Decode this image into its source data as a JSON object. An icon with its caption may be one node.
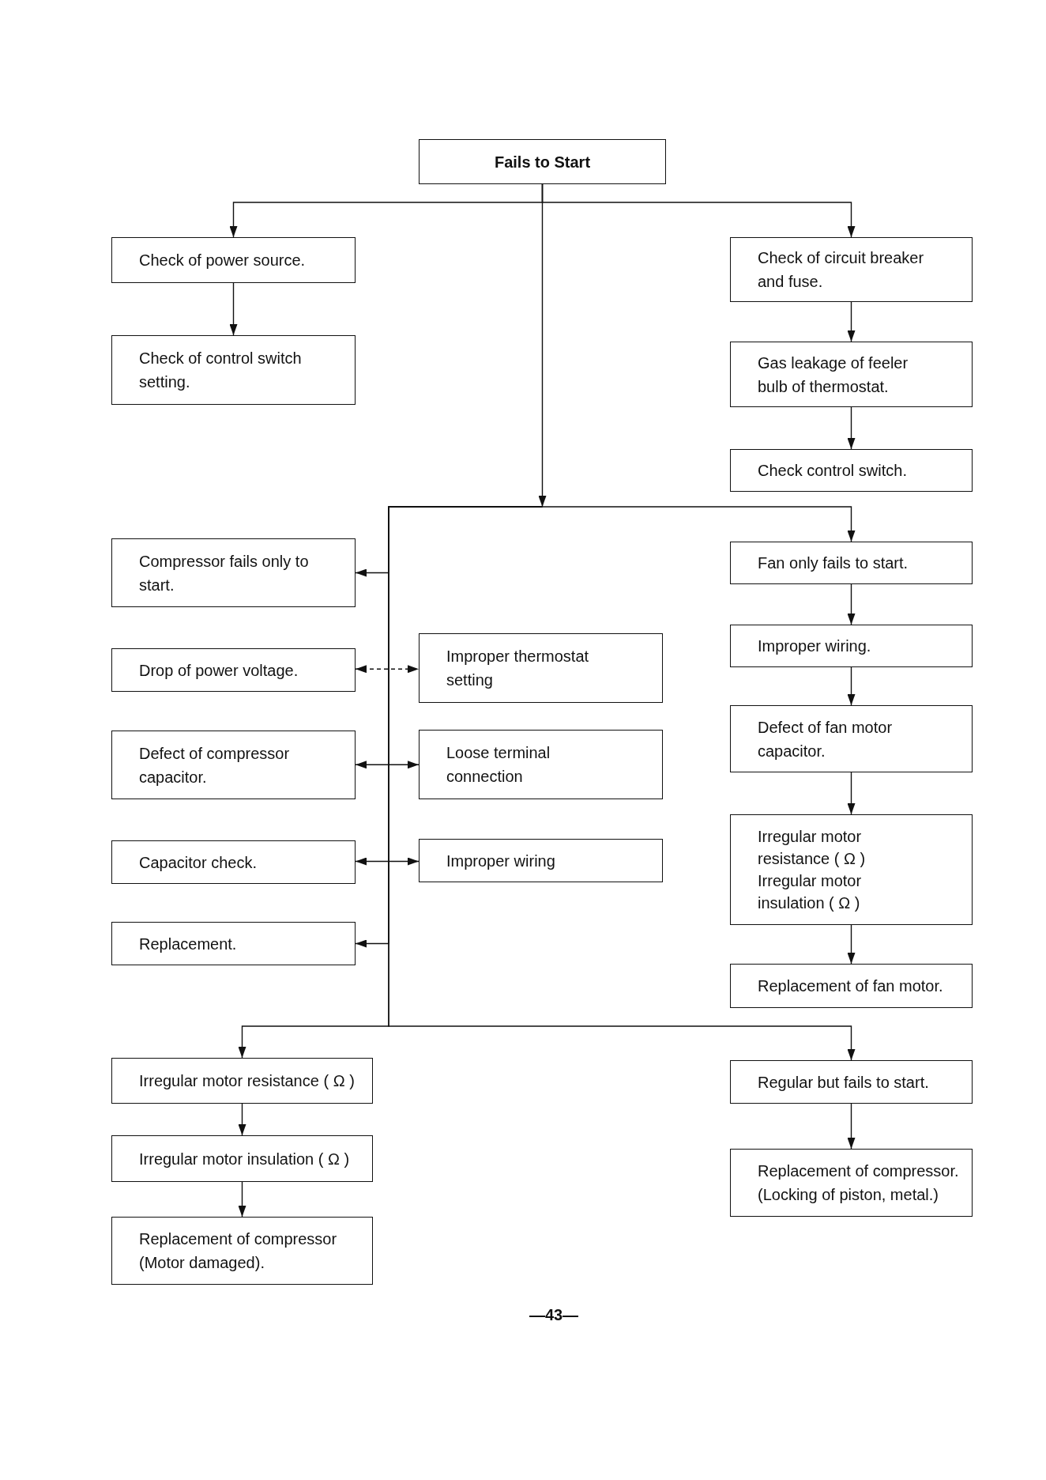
{
  "diagram": {
    "nodes": [
      {
        "text": [
          "Fails to Start"
        ]
      },
      {
        "text": [
          "Check of power source."
        ]
      },
      {
        "text": [
          "Check of control switch setting."
        ]
      },
      {
        "text": [
          "Check of circuit breaker and fuse."
        ]
      },
      {
        "text": [
          "Gas leakage of feeler bulb of thermostat."
        ]
      },
      {
        "text": [
          "Check control switch."
        ]
      },
      {
        "text": [
          "Compressor fails only to start."
        ]
      },
      {
        "text": [
          "Drop of power voltage."
        ]
      },
      {
        "text": [
          "Improper thermostat setting"
        ]
      },
      {
        "text": [
          "Defect of compressor capacitor."
        ]
      },
      {
        "text": [
          "Loose terminal connection"
        ]
      },
      {
        "text": [
          "Capacitor check."
        ]
      },
      {
        "text": [
          "Improper wiring"
        ]
      },
      {
        "text": [
          "Replacement."
        ]
      },
      {
        "text": [
          "Fan only fails to start."
        ]
      },
      {
        "text": [
          "Improper wiring."
        ]
      },
      {
        "text": [
          "Defect of fan motor capacitor."
        ]
      },
      {
        "text": [
          "Irregular motor resistance ( Ω )",
          "Irregular motor insulation ( Ω )"
        ]
      },
      {
        "text": [
          "Replacement of fan motor."
        ]
      },
      {
        "text": [
          "Irregular motor resistance ( Ω )"
        ]
      },
      {
        "text": [
          "Irregular motor insulation ( Ω )"
        ]
      },
      {
        "text": [
          "Replacement of compressor (Motor damaged)."
        ]
      },
      {
        "text": [
          "Regular but fails to start."
        ]
      },
      {
        "text": [
          "Replacement of compressor. (Locking of piston, metal.)"
        ]
      }
    ],
    "edges": [
      {
        "from": 0,
        "to": 1,
        "arrow": "to"
      },
      {
        "from": 0,
        "to": 3,
        "arrow": "to"
      },
      {
        "from": 1,
        "to": 2,
        "arrow": "to"
      },
      {
        "from": 3,
        "to": 4,
        "arrow": "to"
      },
      {
        "from": 4,
        "to": 5,
        "arrow": "to"
      },
      {
        "from": 0,
        "to": 14,
        "arrow": "to"
      },
      {
        "from": 0,
        "to": 6,
        "arrow": "to"
      },
      {
        "from": 7,
        "to": 8,
        "arrow": "both",
        "style": "dashed"
      },
      {
        "from": 9,
        "to": 10,
        "arrow": "both"
      },
      {
        "from": 11,
        "to": 12,
        "arrow": "both"
      },
      {
        "from": 0,
        "to": 13,
        "arrow": "to"
      },
      {
        "from": 14,
        "to": 15,
        "arrow": "to"
      },
      {
        "from": 15,
        "to": 16,
        "arrow": "to"
      },
      {
        "from": 16,
        "to": 17,
        "arrow": "to"
      },
      {
        "from": 17,
        "to": 18,
        "arrow": "to"
      },
      {
        "from": 0,
        "to": 19,
        "arrow": "to"
      },
      {
        "from": 0,
        "to": 22,
        "arrow": "to"
      },
      {
        "from": 19,
        "to": 20,
        "arrow": "to"
      },
      {
        "from": 20,
        "to": 21,
        "arrow": "to"
      },
      {
        "from": 22,
        "to": 23,
        "arrow": "to"
      }
    ],
    "labels": [
      "—43—"
    ]
  }
}
